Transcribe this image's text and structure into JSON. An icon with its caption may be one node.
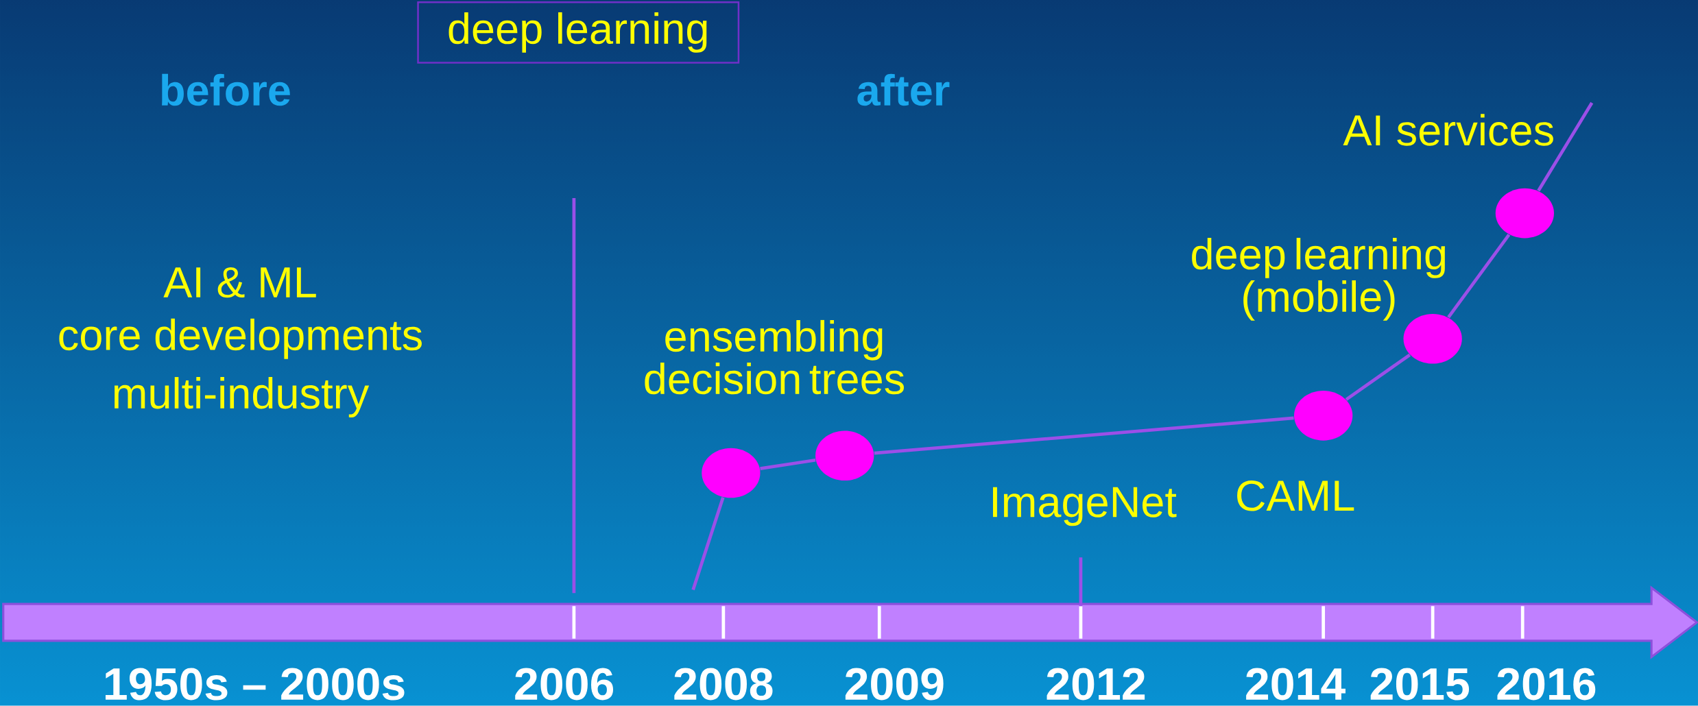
{
  "diagram": {
    "nodes": [
      {
        "text": [
          "deep learning"
        ]
      },
      {
        "text": [],
        "shape": "circle"
      },
      {
        "text": [],
        "shape": "circle"
      },
      {
        "text": [],
        "shape": "circle"
      },
      {
        "text": [],
        "shape": "circle"
      },
      {
        "text": [],
        "shape": "circle"
      }
    ],
    "edges": [
      {
        "from": null,
        "to": 1,
        "arrow": "none"
      },
      {
        "from": 1,
        "to": 2,
        "arrow": "none"
      },
      {
        "from": 2,
        "to": 3,
        "arrow": "none"
      },
      {
        "from": 3,
        "to": 4,
        "arrow": "none"
      },
      {
        "from": 4,
        "to": 5,
        "arrow": "none"
      },
      {
        "from": 5,
        "to": null,
        "arrow": "none"
      }
    ],
    "labels": [
      "before",
      "after",
      "AI services",
      "AI & ML",
      "core developments",
      "deep learning (mobile)",
      "multi-industry",
      "ensembling decision trees",
      "ImageNet",
      "CAML",
      "1950s – 2000s",
      "2006",
      "2008",
      "2009",
      "2012",
      "2014",
      "2015",
      "2016"
    ]
  }
}
